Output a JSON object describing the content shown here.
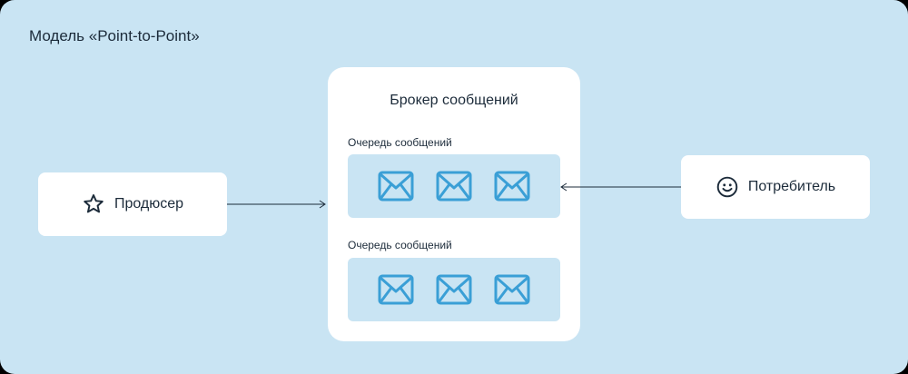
{
  "title": "Модель «Point-to-Point»",
  "producer": {
    "label": "Продюсер",
    "icon": "star-icon"
  },
  "consumer": {
    "label": "Потребитель",
    "icon": "smiley-icon"
  },
  "broker": {
    "title": "Брокер сообщений",
    "queues": [
      {
        "label": "Очередь сообщений",
        "messages": 3
      },
      {
        "label": "Очередь сообщений",
        "messages": 3
      }
    ]
  },
  "colors": {
    "background": "#c9e4f3",
    "card": "#ffffff",
    "envelope": "#3a9fd6",
    "text": "#1c2b3a"
  }
}
